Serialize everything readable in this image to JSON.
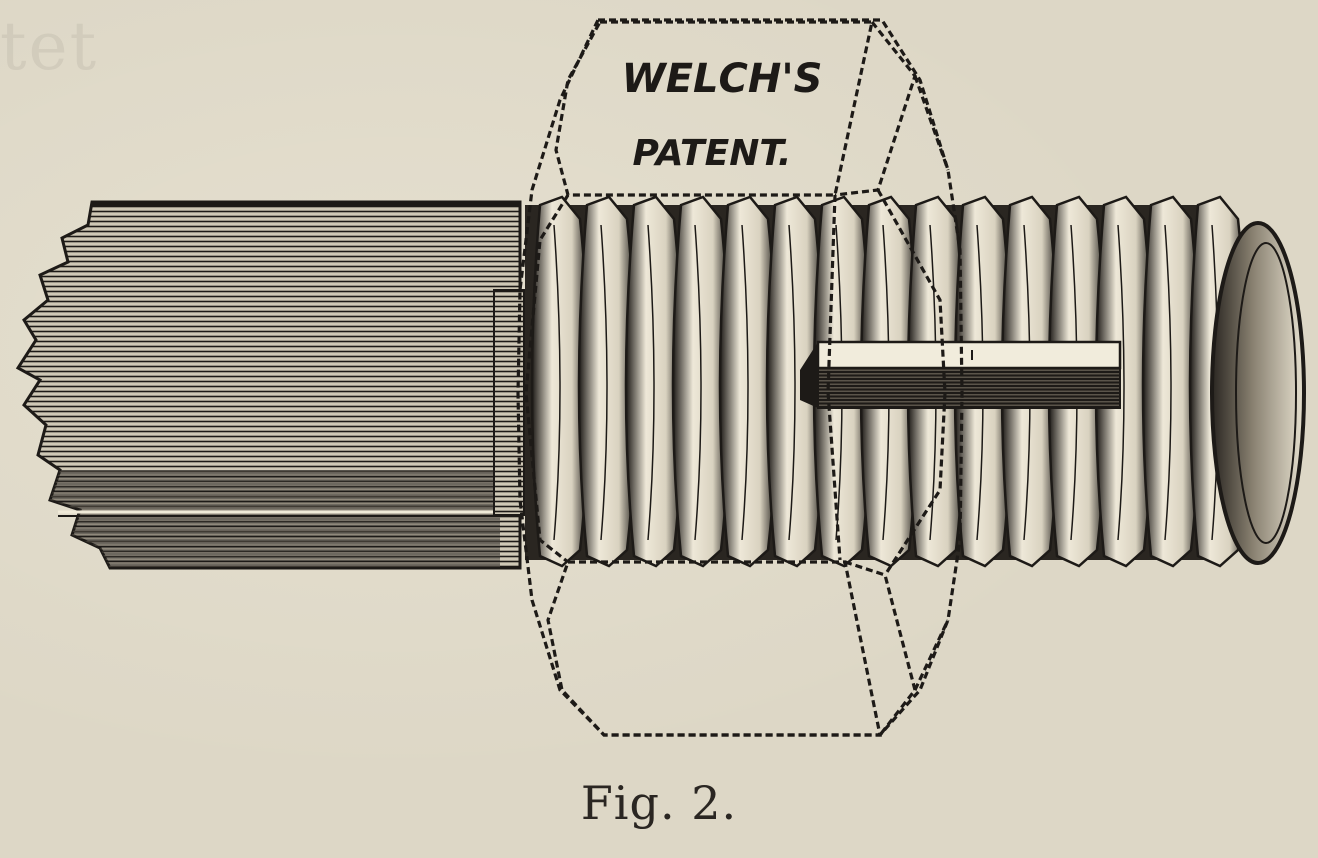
{
  "figure": {
    "patent_line1": "WELCH'S",
    "patent_line2": "PATENT.",
    "caption": "Fig. 2.",
    "ink_color": "#1d1a17",
    "paper_color": "#ddd7c6"
  }
}
